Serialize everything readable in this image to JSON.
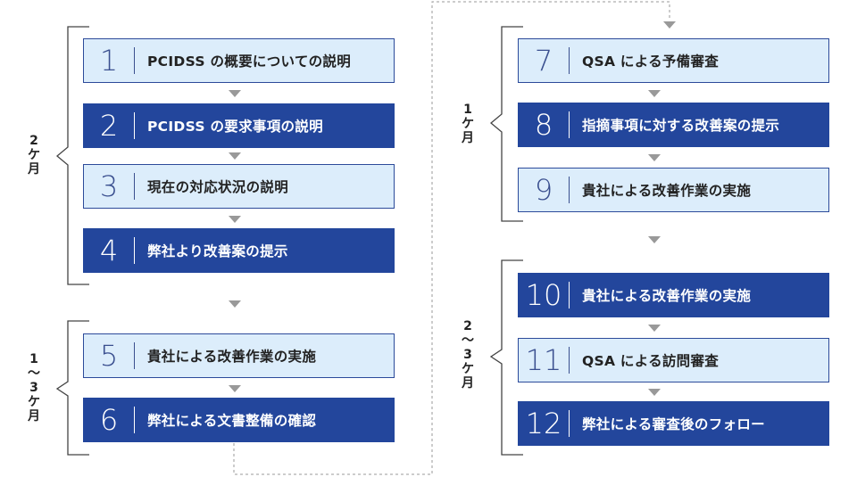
{
  "steps": [
    {
      "num": "1",
      "label": "PCIDSS の概要についての説明"
    },
    {
      "num": "2",
      "label": "PCIDSS の要求事項の説明"
    },
    {
      "num": "3",
      "label": "現在の対応状況の説明"
    },
    {
      "num": "4",
      "label": "弊社より改善案の提示"
    },
    {
      "num": "5",
      "label": "貴社による改善作業の実施"
    },
    {
      "num": "6",
      "label": "弊社による文書整備の確認"
    },
    {
      "num": "7",
      "label": "QSA による予備審査"
    },
    {
      "num": "8",
      "label": "指摘事項に対する改善案の提示"
    },
    {
      "num": "9",
      "label": "貴社による改善作業の実施"
    },
    {
      "num": "10",
      "label": "貴社による改善作業の実施"
    },
    {
      "num": "11",
      "label": "QSA による訪問審査"
    },
    {
      "num": "12",
      "label": "弊社による審査後のフォロー"
    }
  ],
  "phases": [
    {
      "label": "2\nケ\n月"
    },
    {
      "label": "1\n〜\n3\nケ\n月"
    },
    {
      "label": "1\nケ\n月"
    },
    {
      "label": "2\n〜\n3\nケ\n月"
    }
  ],
  "colors": {
    "light": "#dcedfb",
    "dark": "#23469c",
    "bracket": "#444444",
    "arrow": "#999999",
    "connector": "#999999"
  }
}
